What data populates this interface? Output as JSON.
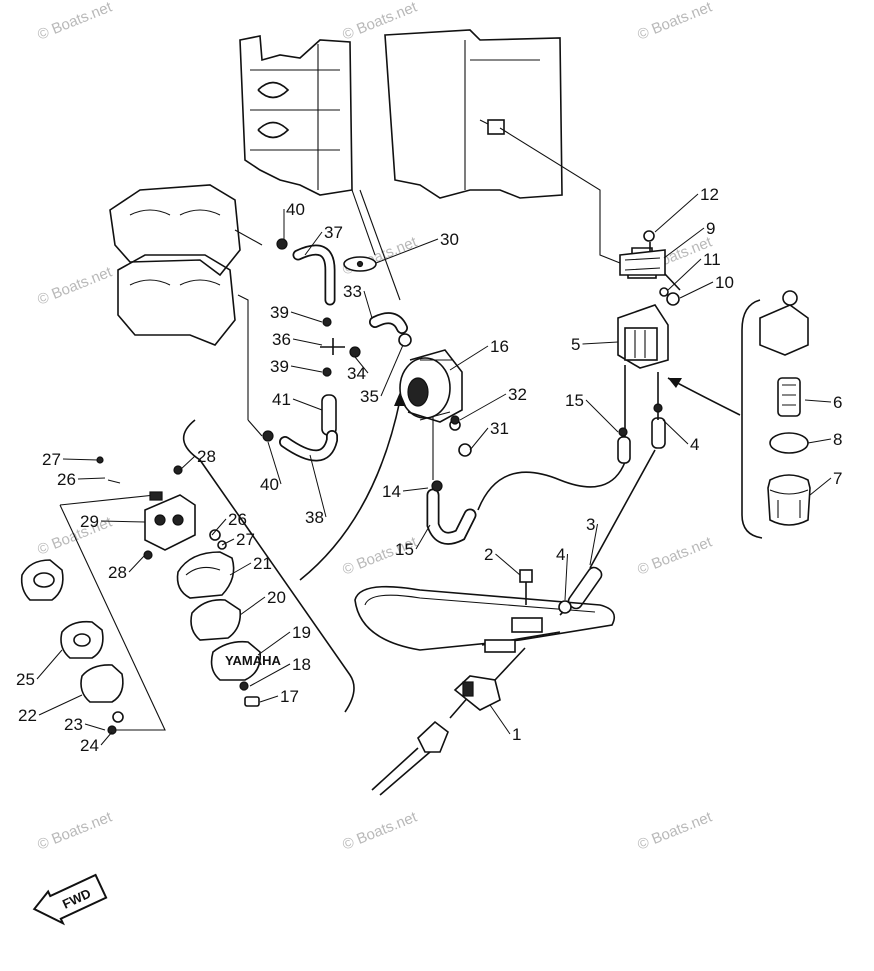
{
  "watermark": "© Boats.net",
  "fwd_label": "FWD",
  "callouts": [
    "1",
    "2",
    "3",
    "4",
    "4",
    "5",
    "6",
    "7",
    "8",
    "9",
    "10",
    "11",
    "12",
    "14",
    "15",
    "15",
    "16",
    "17",
    "18",
    "19",
    "20",
    "21",
    "22",
    "23",
    "24",
    "25",
    "26",
    "26",
    "27",
    "27",
    "28",
    "28",
    "29",
    "30",
    "31",
    "32",
    "33",
    "34",
    "35",
    "36",
    "37",
    "38",
    "39",
    "39",
    "40",
    "40",
    "41"
  ]
}
